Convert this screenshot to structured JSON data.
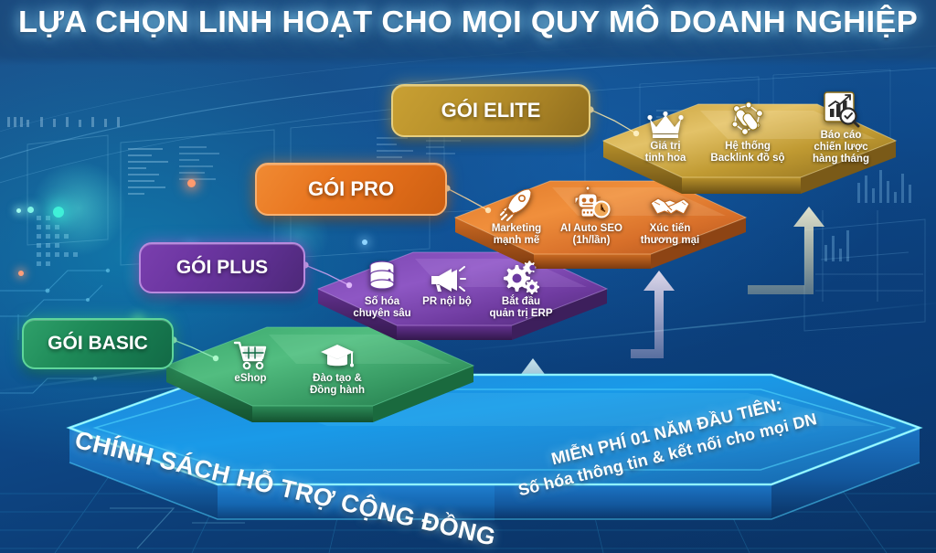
{
  "header": {
    "title": "LỰA CHỌN LINH HOẠT CHO MỌI QUY MÔ DOANH NGHIỆP"
  },
  "tiers": [
    {
      "id": "basic",
      "label": "GÓI BASIC",
      "color": "#1e8a58",
      "features": [
        {
          "icon": "shopping-cart-icon",
          "label_line1": "eShop",
          "label_line2": ""
        },
        {
          "icon": "graduation-cap-icon",
          "label_line1": "Đào tạo &",
          "label_line2": "Đồng hành"
        }
      ]
    },
    {
      "id": "plus",
      "label": "GÓI PLUS",
      "color": "#6b35a0",
      "features": [
        {
          "icon": "database-icon",
          "label_line1": "Số hóa",
          "label_line2": "chuyên sâu"
        },
        {
          "icon": "megaphone-icon",
          "label_line1": "PR nội bộ",
          "label_line2": ""
        },
        {
          "icon": "gears-icon",
          "label_line1": "Bắt đầu",
          "label_line2": "quản trị ERP"
        }
      ]
    },
    {
      "id": "pro",
      "label": "GÓI PRO",
      "color": "#e8751f",
      "features": [
        {
          "icon": "rocket-icon",
          "label_line1": "Marketing",
          "label_line2": "mạnh mẽ"
        },
        {
          "icon": "robot-clock-icon",
          "label_line1": "AI Auto SEO",
          "label_line2": "(1h/lần)"
        },
        {
          "icon": "handshake-icon",
          "label_line1": "Xúc tiến",
          "label_line2": "thương mại"
        }
      ]
    },
    {
      "id": "elite",
      "label": "GÓI ELITE",
      "color": "#b8912b",
      "features": [
        {
          "icon": "crown-icon",
          "label_line1": "Giá trị",
          "label_line2": "tinh hoa"
        },
        {
          "icon": "backlink-network-icon",
          "label_line1": "Hệ thống",
          "label_line2": "Backlink đồ sộ"
        },
        {
          "icon": "chart-search-icon",
          "label_line1": "Báo cáo",
          "label_line2": "chiến lược",
          "label_line3": "hàng tháng"
        }
      ]
    }
  ],
  "base": {
    "left_text": "CHÍNH SÁCH HỖ TRỢ CỘNG ĐỒNG",
    "right_text_line1": "MIỄN PHÍ 01 NĂM ĐẦU TIÊN:",
    "right_text_line2": "Số hóa thông tin & kết nối cho mọi DN",
    "color": "#1676c8"
  }
}
